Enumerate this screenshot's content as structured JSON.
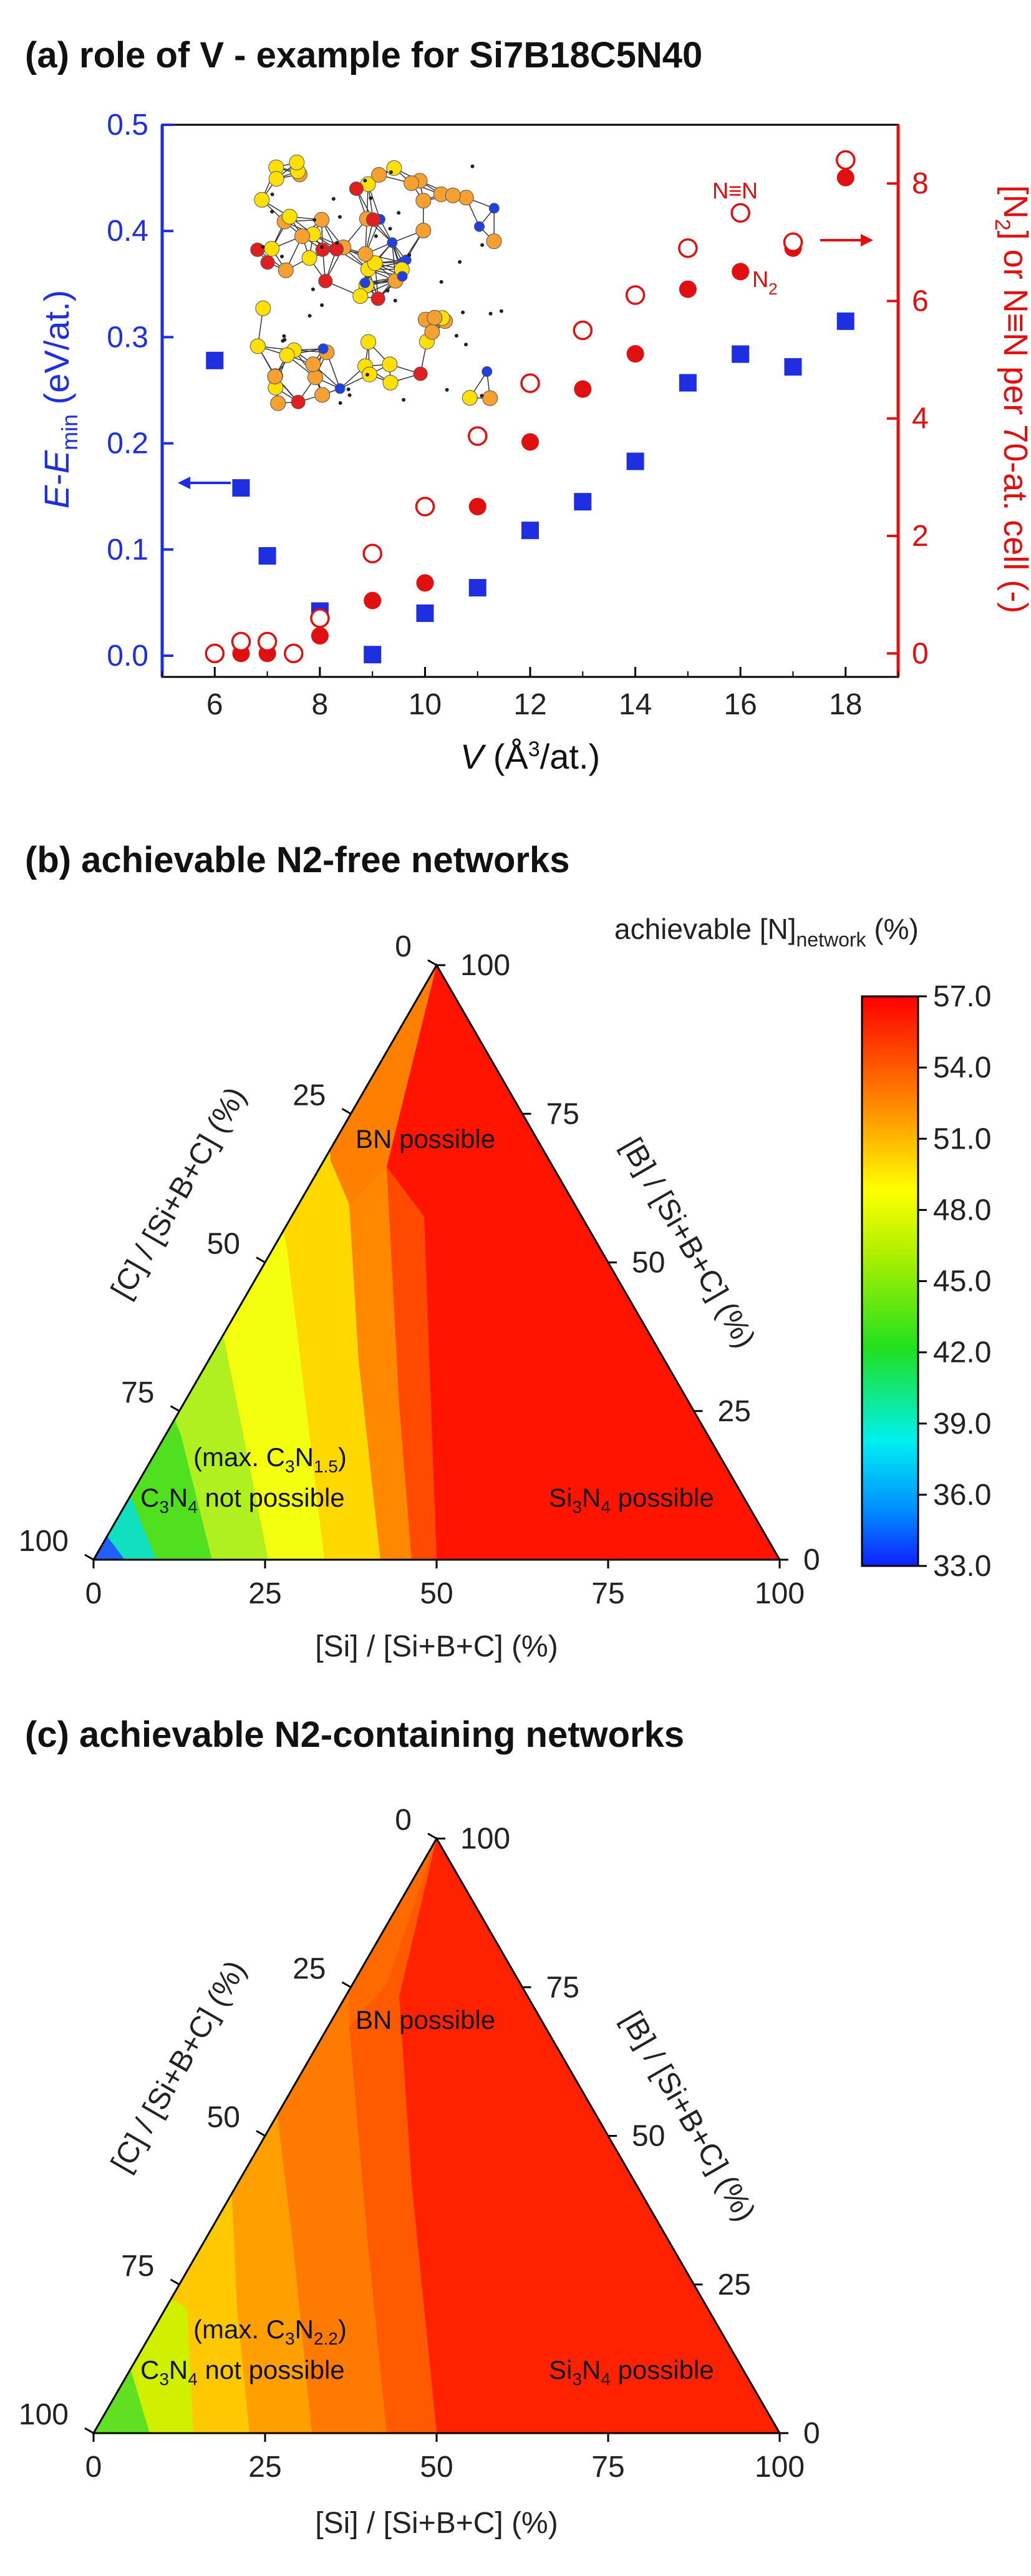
{
  "panels": {
    "a": {
      "title": "(a) role of V - example for Si7B18C5N40"
    },
    "b": {
      "title": "(b) achievable N2-free networks",
      "colorbar_label": "achievable [N]network (%)"
    },
    "c": {
      "title": "(c) achievable N2-containing networks"
    }
  },
  "chart_data": [
    {
      "type": "scatter",
      "title": "(a) role of V - example for Si7B18C5N40",
      "xlabel": "V (Å3/at.)",
      "ylabel_left": "E-Emin (eV/at.)",
      "ylabel_right": "[N2] or N≡N per 70-at. cell (-)",
      "xlim": [
        5,
        19
      ],
      "ylim_left": [
        -0.02,
        0.5
      ],
      "ylim_right": [
        -0.4,
        9.0
      ],
      "x_ticks": [
        "6",
        "8",
        "10",
        "12",
        "14",
        "16",
        "18"
      ],
      "y_left_ticks": [
        "0.0",
        "0.1",
        "0.2",
        "0.3",
        "0.4",
        "0.5"
      ],
      "y_right_ticks": [
        "0",
        "2",
        "4",
        "6",
        "8"
      ],
      "colors": {
        "left": "#1f2ee0",
        "right": "#e01010"
      },
      "annotations": [
        "N≡N",
        "N2"
      ],
      "series": [
        {
          "axis": "left",
          "marker": "square-filled",
          "x": [
            6,
            6.5,
            7,
            8,
            9,
            10,
            11,
            12,
            13,
            14,
            15,
            16,
            17,
            18
          ],
          "y": [
            0.278,
            0.158,
            0.094,
            0.042,
            0.001,
            0.04,
            0.064,
            0.118,
            0.145,
            0.183,
            0.257,
            0.284,
            0.272,
            0.315
          ]
        },
        {
          "axis": "right",
          "marker": "circle-filled",
          "name": "N2",
          "x": [
            6.5,
            7,
            7.5,
            8,
            9,
            10,
            11,
            12,
            13,
            14,
            15,
            16,
            17,
            18
          ],
          "y": [
            0,
            0,
            0,
            0.3,
            0.9,
            1.2,
            2.5,
            3.6,
            4.5,
            5.1,
            6.2,
            6.5,
            6.9,
            8.1
          ]
        },
        {
          "axis": "right",
          "marker": "circle-open",
          "name": "N≡N",
          "x": [
            6,
            6.5,
            7,
            7.5,
            8,
            9,
            10,
            11,
            12,
            13,
            14,
            15,
            16,
            17,
            18
          ],
          "y": [
            0,
            0.2,
            0.2,
            0,
            0.6,
            1.7,
            2.5,
            3.7,
            4.6,
            5.5,
            6.1,
            6.9,
            7.5,
            7.0,
            8.4
          ]
        }
      ]
    },
    {
      "type": "heatmap",
      "title": "(b) achievable N2-free networks",
      "colorbar_label": "achievable [N]network (%)",
      "colorbar_ticks": [
        "57.0",
        "54.0",
        "51.0",
        "48.0",
        "45.0",
        "42.0",
        "39.0",
        "36.0",
        "33.0"
      ],
      "clim": [
        33,
        57
      ],
      "axis_ticks": [
        "0",
        "25",
        "50",
        "75",
        "100"
      ],
      "axis_labels": {
        "bottom": "[Si] / [Si+B+C] (%)",
        "right": "[B] / [Si+B+C] (%)",
        "left": "[C] / [Si+B+C] (%)"
      },
      "annotations": [
        "BN possible",
        "(max. C3N1.5)",
        "C3N4 not possible",
        "Si3N4 possible"
      ]
    },
    {
      "type": "heatmap",
      "title": "(c) achievable N2-containing networks",
      "clim": [
        33,
        57
      ],
      "axis_ticks": [
        "0",
        "25",
        "50",
        "75",
        "100"
      ],
      "axis_labels": {
        "bottom": "[Si] / [Si+B+C] (%)",
        "right": "[B] / [Si+B+C] (%)",
        "left": "[C] / [Si+B+C] (%)"
      },
      "annotations": [
        "BN possible",
        "(max. C3N2.2)",
        "C3N4 not possible",
        "Si3N4 possible"
      ]
    }
  ]
}
